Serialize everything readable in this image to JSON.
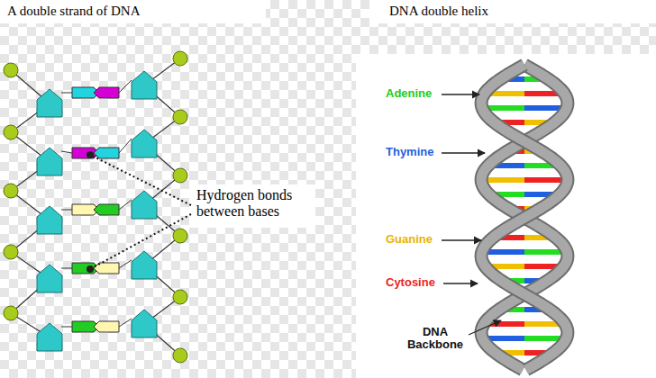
{
  "diagram": {
    "labels": [
      "A double strand of DNA",
      "DNA double helix",
      "Hydrogen bonds between bases",
      "Adenine",
      "Thymine",
      "Guanine",
      "Cytosine",
      "DNA Backbone"
    ]
  }
}
